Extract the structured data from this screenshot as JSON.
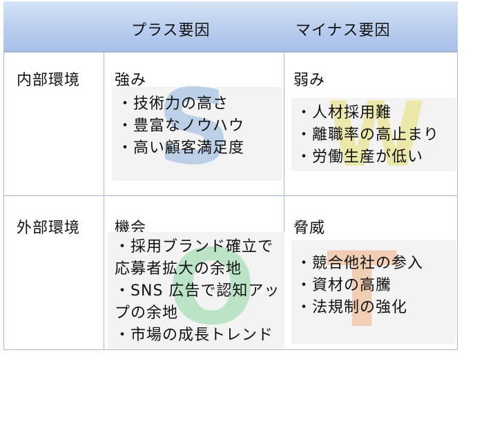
{
  "header": {
    "plus": "プラス要因",
    "minus": "マイナス要因"
  },
  "rows": {
    "internal": "内部環境",
    "external": "外部環境"
  },
  "cells": {
    "strengths": {
      "title": "強み",
      "letter": "S",
      "letter_color": "#8fb3dd",
      "items": [
        "技術力の高さ",
        "豊富なノウハウ",
        "高い顧客満足度"
      ]
    },
    "weaknesses": {
      "title": "弱み",
      "letter": "W",
      "letter_color": "#e8e070",
      "items": [
        "人材採用難",
        "離職率の高止まり",
        "労働生産が低い"
      ]
    },
    "opportunities": {
      "title": "機会",
      "letter": "O",
      "letter_color": "#8fd6a0",
      "items": [
        "採用ブランド確立で",
        "応募者拡大の余地",
        "SNS 広告で認知アッ",
        "プの余地",
        "市場の成長トレンド"
      ]
    },
    "threats": {
      "title": "脅威",
      "letter": "T",
      "letter_color": "#f0b080",
      "items": [
        "競合他社の参入",
        "資材の高騰",
        "法規制の強化"
      ]
    }
  }
}
